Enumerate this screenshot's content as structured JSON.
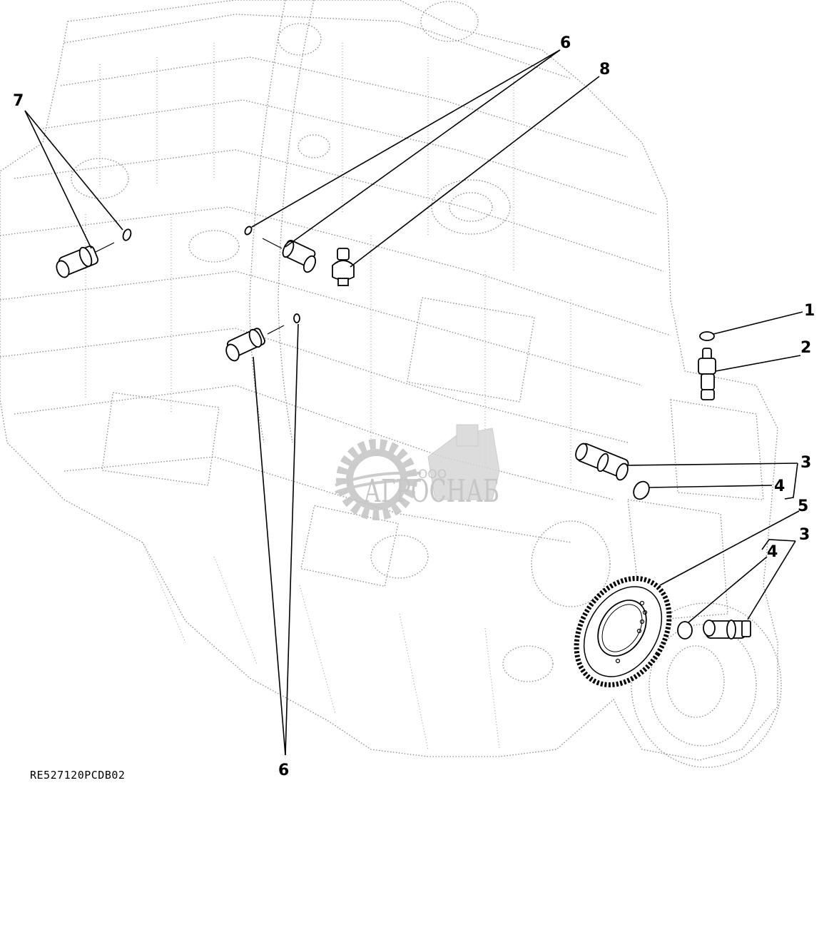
{
  "figure": {
    "type": "exploded parts diagram",
    "subject": "engine sensors",
    "reference_code": "RE527120PCDB02"
  },
  "watermark": {
    "prefix": "ООО",
    "name": "АГРОСНАБ",
    "color": "#bdbdbd"
  },
  "callouts": [
    {
      "id": "1",
      "label": "1",
      "part": "O-ring"
    },
    {
      "id": "2",
      "label": "2",
      "part": "sensor"
    },
    {
      "id": "3a",
      "label": "3",
      "part": "speed sensor (with O-ring)"
    },
    {
      "id": "4a",
      "label": "4",
      "part": "O-ring"
    },
    {
      "id": "5",
      "label": "5",
      "part": "timing ring gear"
    },
    {
      "id": "3b",
      "label": "3",
      "part": "speed sensor (with O-ring)"
    },
    {
      "id": "4b",
      "label": "4",
      "part": "O-ring"
    },
    {
      "id": "6a",
      "label": "6",
      "part": "temperature sensor and O-ring"
    },
    {
      "id": "6b",
      "label": "6",
      "part": "temperature sensor and O-ring"
    },
    {
      "id": "7",
      "label": "7",
      "part": "temperature sensor and O-ring"
    },
    {
      "id": "8",
      "label": "8",
      "part": "pressure sensor"
    }
  ],
  "colors": {
    "line": "#000000",
    "background_ghost": "#8a8a8a",
    "background": "#ffffff"
  }
}
